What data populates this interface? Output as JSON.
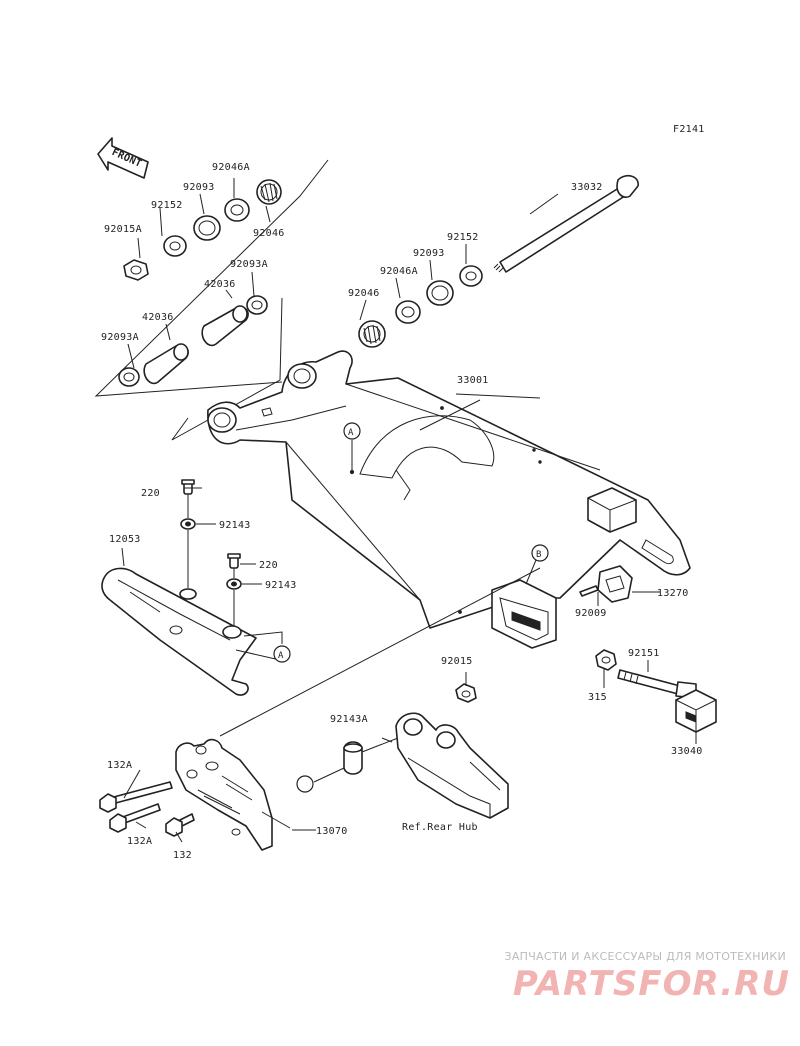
{
  "figure_code": "F2141",
  "front_label": "FRONT",
  "callout_a": "A",
  "callout_b": "B",
  "ref_note": "Ref.Rear Hub",
  "parts": {
    "p33032": "33032",
    "p92046A_top": "92046A",
    "p92093_top": "92093",
    "p92152_top": "92152",
    "p92015A": "92015A",
    "p92046_top": "92046",
    "p92093A_top": "92093A",
    "p42036_top": "42036",
    "p42036_left": "42036",
    "p92093A_left": "92093A",
    "p92152_right": "92152",
    "p92093_right": "92093",
    "p92046A_right": "92046A",
    "p92046_right": "92046",
    "p33001": "33001",
    "p220_a": "220",
    "p92143_a": "92143",
    "p12053": "12053",
    "p220_b": "220",
    "p92143_b": "92143",
    "p13270": "13270",
    "p92009": "92009",
    "p92015": "92015",
    "p92151": "92151",
    "p315": "315",
    "p92143A": "92143A",
    "p33040": "33040",
    "p132A_top": "132A",
    "p132A_bot": "132A",
    "p132": "132",
    "p13070": "13070"
  },
  "watermark": {
    "tagline": "ЗАПЧАСТИ И АКСЕССУАРЫ ДЛЯ МОТОТЕХНИКИ",
    "logo": "PARTSFOR.RU"
  }
}
